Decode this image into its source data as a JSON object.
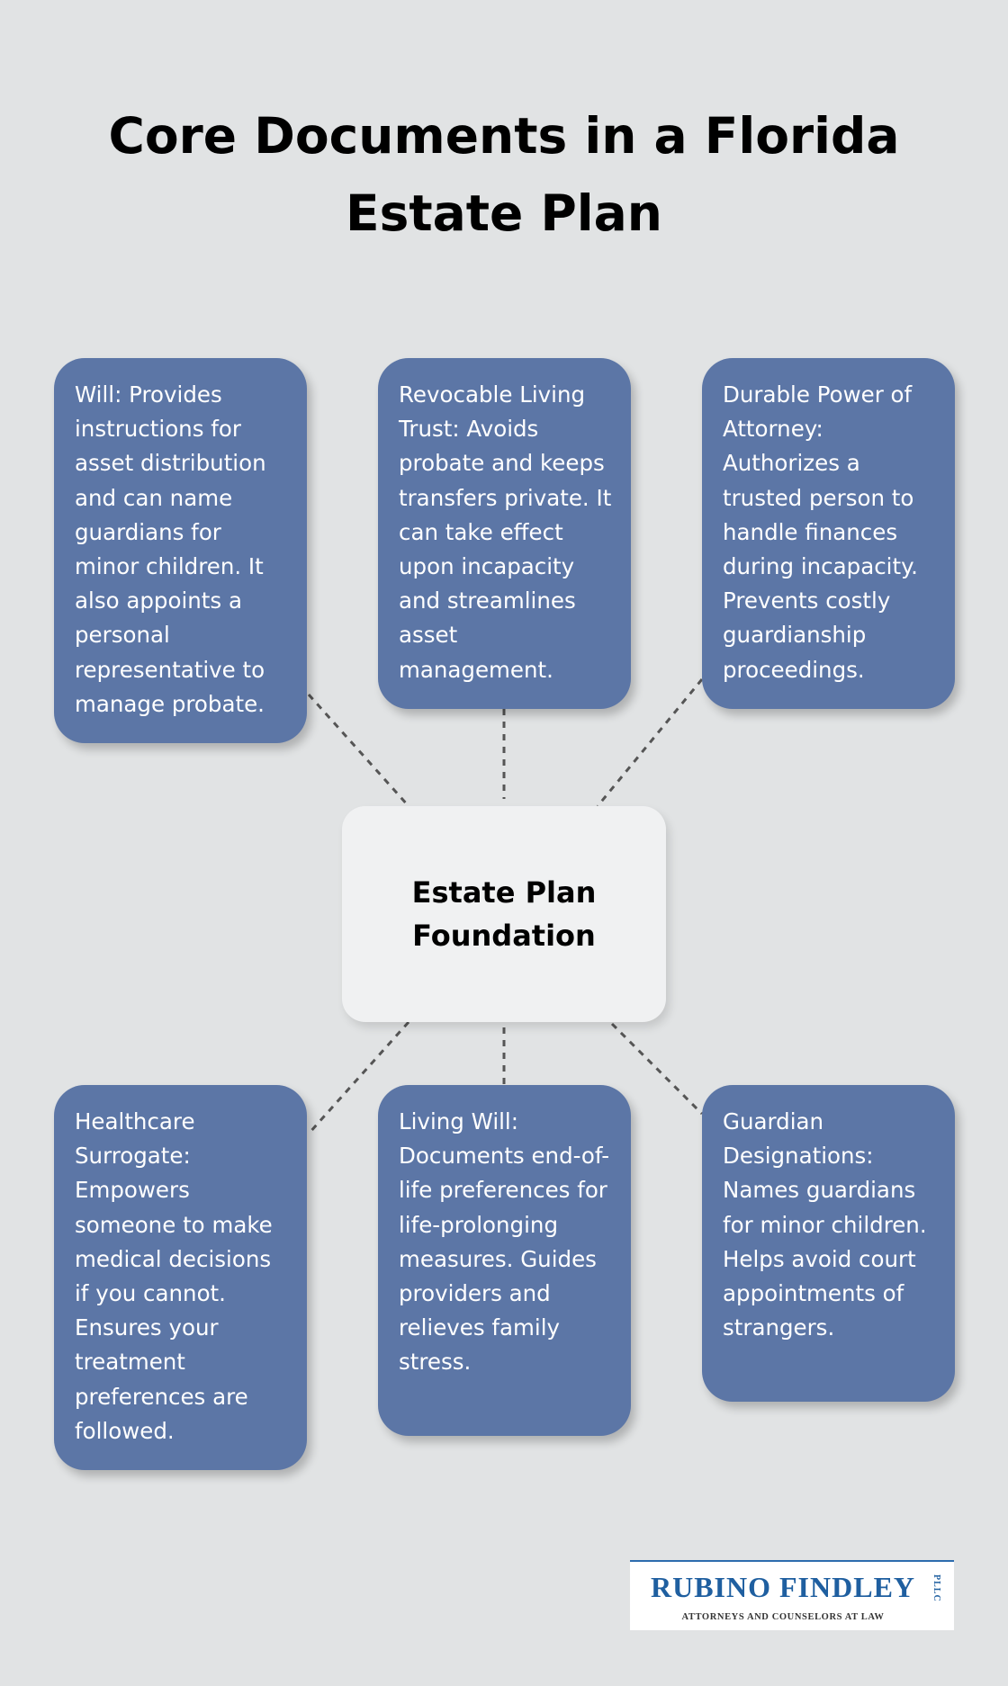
{
  "title": "Core Documents in a Florida Estate Plan",
  "center": {
    "label": "Estate Plan Foundation"
  },
  "documents": [
    {
      "text": "Will: Provides instructions for asset distribution and can name guardians for minor children. It also appoints a personal representative to manage probate."
    },
    {
      "text": "Revocable Living Trust: Avoids probate and keeps transfers private. It can take effect upon incapacity and streamlines asset management."
    },
    {
      "text": "Durable Power of Attorney: Authorizes a trusted person to handle finances during incapacity. Prevents costly guardianship proceedings."
    },
    {
      "text": "Healthcare Surrogate: Empowers someone to make medical decisions if you cannot. Ensures your treatment preferences are followed."
    },
    {
      "text": "Living Will: Documents end-of-life preferences for life-prolonging measures. Guides providers and relieves family stress."
    },
    {
      "text": "Guardian Designations: Names guardians for minor children. Helps avoid court appointments of strangers."
    }
  ],
  "logo": {
    "name": "RUBINO FINDLEY",
    "suffix": "PLLC",
    "tagline": "ATTORNEYS AND COUNSELORS AT LAW"
  },
  "colors": {
    "background": "#e1e3e4",
    "card": "#5c76a6",
    "center": "#f0f1f2",
    "connector": "#555555",
    "logo_blue": "#1f5fa0"
  }
}
